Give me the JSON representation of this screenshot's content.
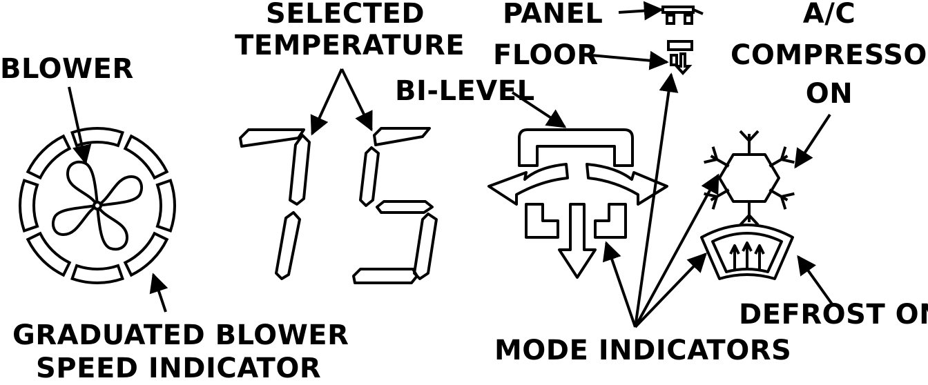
{
  "labels": {
    "blower": "BLOWER",
    "selected_temperature": [
      "SELECTED",
      "TEMPERATURE"
    ],
    "panel": "PANEL",
    "floor": "FLOOR",
    "bi_level": "BI-LEVEL",
    "ac_compressor_on": [
      "A/C",
      "COMPRESSOR",
      "ON"
    ],
    "graduated_blower_speed_indicator": [
      "GRADUATED BLOWER",
      "SPEED INDICATOR"
    ],
    "mode_indicators": "MODE INDICATORS",
    "defrost_on": "DEFROST ON"
  },
  "temperature_display": "75",
  "blower_speed_segments": 8,
  "icons": [
    "blower-fan-icon",
    "bi-level-icon",
    "panel-icon",
    "floor-icon",
    "snowflake-icon",
    "defrost-icon"
  ],
  "colors": {
    "ink": "#000000",
    "background": "#ffffff"
  }
}
